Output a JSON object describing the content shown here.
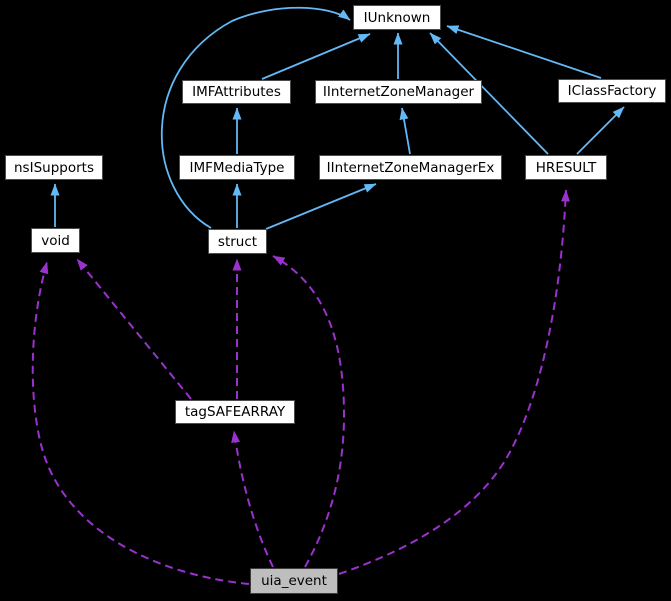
{
  "diagram": {
    "type": "doxygen-collaboration-graph",
    "background_color": "#000000",
    "edge_colors": {
      "inheritance_solid": "#63B8F6",
      "collaboration_dashed": "#9A32CD"
    },
    "node_colors": {
      "default_fill": "#ffffff",
      "current_fill": "#bebebe",
      "border": "#4c4c4c",
      "text": "#000000"
    },
    "nodes": {
      "iunknown": {
        "label": "IUnknown"
      },
      "imfattributes": {
        "label": "IMFAttributes"
      },
      "iinternetzonemanager": {
        "label": "IInternetZoneManager"
      },
      "iclassfactory": {
        "label": "IClassFactory"
      },
      "nsisupports": {
        "label": "nsISupports"
      },
      "imfmediatype": {
        "label": "IMFMediaType"
      },
      "iinternetzonemanagerex": {
        "label": "IInternetZoneManagerEx"
      },
      "hresult": {
        "label": "HRESULT"
      },
      "void": {
        "label": "void"
      },
      "struct": {
        "label": "struct"
      },
      "tagsafearray": {
        "label": "tagSAFEARRAY"
      },
      "uia_event": {
        "label": "uia_event"
      }
    },
    "edges": [
      {
        "from": "void",
        "to": "nsISupports",
        "style": "solid"
      },
      {
        "from": "struct",
        "to": "IMFMediaType",
        "style": "solid"
      },
      {
        "from": "IMFMediaType",
        "to": "IMFAttributes",
        "style": "solid"
      },
      {
        "from": "IMFAttributes",
        "to": "IUnknown",
        "style": "solid"
      },
      {
        "from": "struct",
        "to": "IUnknown",
        "style": "solid"
      },
      {
        "from": "struct",
        "to": "IInternetZoneManagerEx",
        "style": "solid"
      },
      {
        "from": "IInternetZoneManagerEx",
        "to": "IInternetZoneManager",
        "style": "solid"
      },
      {
        "from": "IInternetZoneManager",
        "to": "IUnknown",
        "style": "solid"
      },
      {
        "from": "HRESULT",
        "to": "IUnknown",
        "style": "solid"
      },
      {
        "from": "HRESULT",
        "to": "IClassFactory",
        "style": "solid"
      },
      {
        "from": "IClassFactory",
        "to": "IUnknown",
        "style": "solid"
      },
      {
        "from": "uia_event",
        "to": "tagSAFEARRAY",
        "style": "dashed"
      },
      {
        "from": "uia_event",
        "to": "void",
        "style": "dashed"
      },
      {
        "from": "uia_event",
        "to": "struct",
        "style": "dashed"
      },
      {
        "from": "uia_event",
        "to": "HRESULT",
        "style": "dashed"
      },
      {
        "from": "tagSAFEARRAY",
        "to": "struct",
        "style": "dashed"
      },
      {
        "from": "tagSAFEARRAY",
        "to": "void",
        "style": "dashed"
      }
    ]
  }
}
